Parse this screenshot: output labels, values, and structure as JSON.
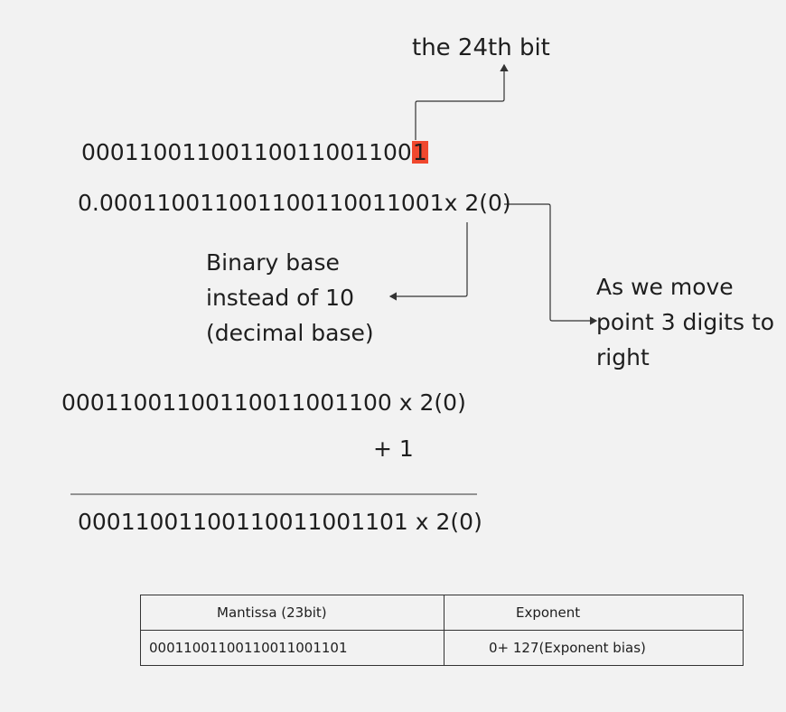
{
  "labels": {
    "bit24": "the 24th bit",
    "bits_main": "00011001100110011001100",
    "bits_highlight": "1",
    "normalized": "0.000110011001100110011001x 2(0)",
    "binary_base": "Binary base instead of 10 (decimal base)",
    "move_point": "As we move point 3 digits to right",
    "shifted": "00011001100110011001100 x 2(0)",
    "plus_one": "+ 1",
    "result": "00011001100110011001101 x 2(0)"
  },
  "table": {
    "headers": [
      "Mantissa (23bit)",
      "Exponent"
    ],
    "rows": [
      [
        "00011001100110011001101",
        "0+ 127(Exponent bias)"
      ]
    ]
  },
  "colors": {
    "background": "#f2f2f2",
    "highlight": "#f0482e",
    "line": "#333333",
    "text": "#1e1e1e"
  }
}
